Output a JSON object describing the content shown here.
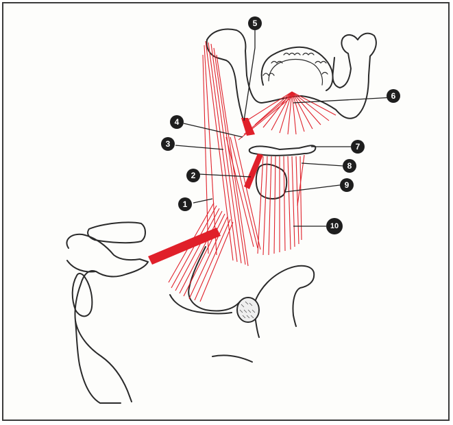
{
  "diagram": {
    "accent_muscle_color": "#e0202a",
    "outline_color": "#2a2a2a",
    "callout_fill": "#1e1e1e",
    "callouts": [
      {
        "number": "1"
      },
      {
        "number": "2"
      },
      {
        "number": "3"
      },
      {
        "number": "4"
      },
      {
        "number": "5"
      },
      {
        "number": "6"
      },
      {
        "number": "7"
      },
      {
        "number": "8"
      },
      {
        "number": "9"
      },
      {
        "number": "10"
      }
    ]
  }
}
